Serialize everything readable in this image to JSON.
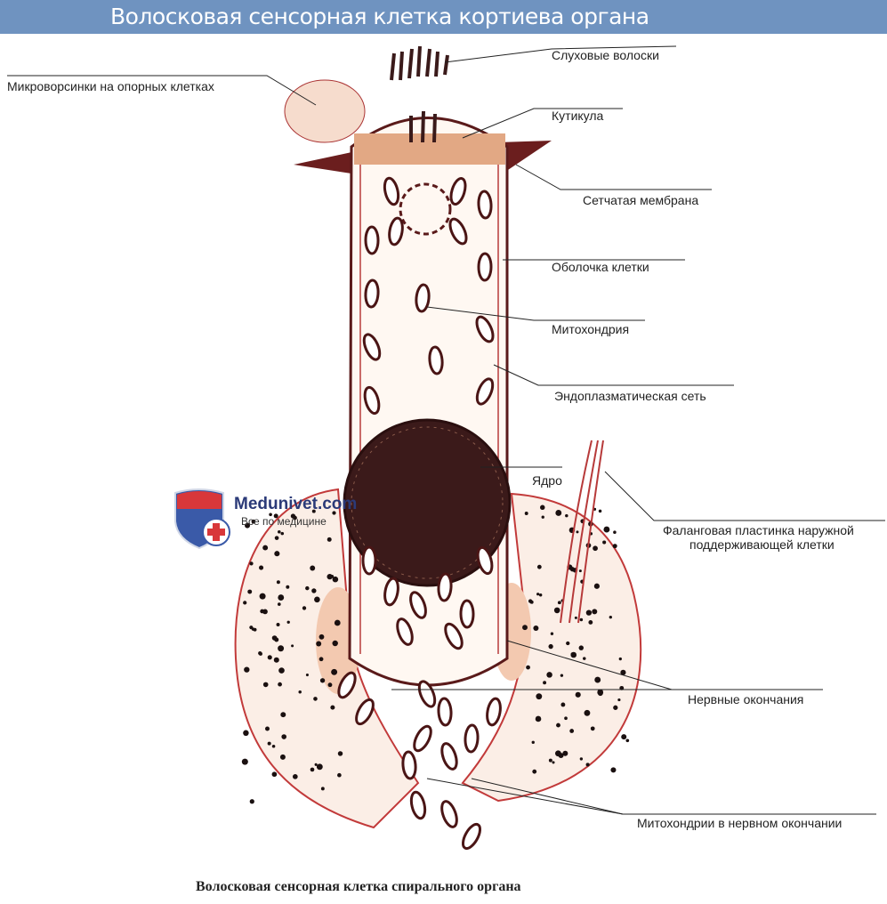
{
  "header": {
    "title": "Волосковая сенсорная клетка кортиева органа"
  },
  "labels": {
    "hairs": "Слуховые волоски",
    "microvilli": "Микроворсинки на опорных клетках",
    "cuticle": "Кутикула",
    "reticular_membrane": "Сетчатая мембрана",
    "cell_membrane": "Оболочка клетки",
    "mitochondrion": "Митохондрия",
    "er": "Эндоплазматическая сеть",
    "nucleus": "Ядро",
    "phalangeal_1": "Фаланговая пластинка наружной",
    "phalangeal_2": "поддерживающей клетки",
    "nerve_endings": "Нервные окончания",
    "nerve_mito": "Митохондрии в нервном окончании"
  },
  "logo": {
    "brand": "Medunivet.com",
    "tagline": "Все по медицине"
  },
  "caption": "Волосковая сенсорная клетка спирального органа",
  "colors": {
    "titlebar": "#6f93c0",
    "outline": "#5a1a1a",
    "tissue": "#f3c9b0"
  }
}
